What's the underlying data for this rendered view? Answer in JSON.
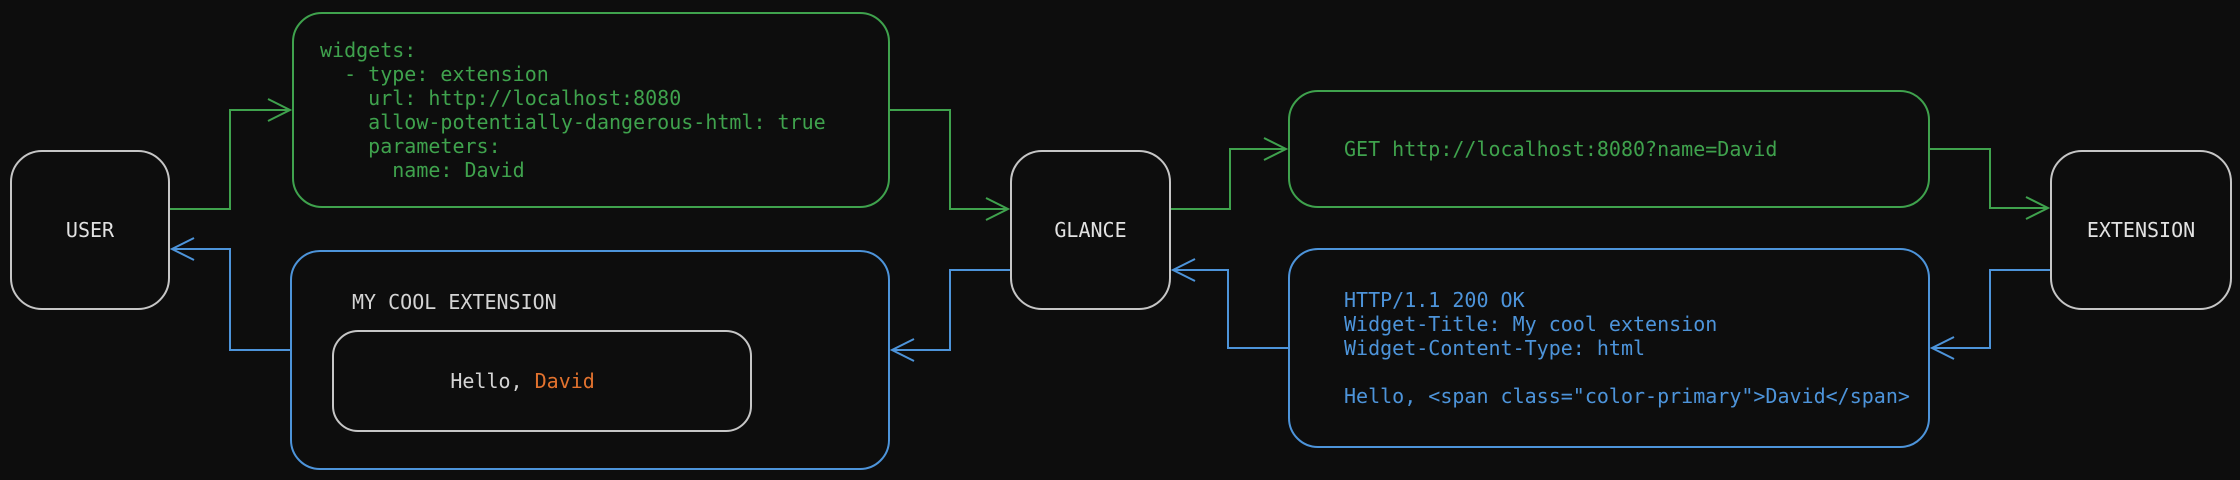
{
  "colors": {
    "bg": "#0d0d0d",
    "green": "#3fa24d",
    "blue": "#4d94da",
    "orange": "#e2722e",
    "node_border": "#c6c6c6",
    "node_text": "#e2e2e2",
    "gray_text": "#d4d4d4"
  },
  "nodes": {
    "user": "USER",
    "glance": "GLANCE",
    "extension": "EXTENSION"
  },
  "config_message": {
    "lines": [
      "widgets:",
      "  - type: extension",
      "    url: http://localhost:8080",
      "    allow-potentially-dangerous-html: true",
      "    parameters:",
      "      name: David"
    ]
  },
  "request_message": {
    "text": "GET http://localhost:8080?name=David"
  },
  "response_message": {
    "lines": [
      "HTTP/1.1 200 OK",
      "Widget-Title: My cool extension",
      "Widget-Content-Type: html",
      "",
      "Hello, <span class=\"color-primary\">David</span>"
    ]
  },
  "widget_preview": {
    "title": "MY COOL EXTENSION",
    "greeting_prefix": "Hello, ",
    "greeting_name": "David"
  }
}
